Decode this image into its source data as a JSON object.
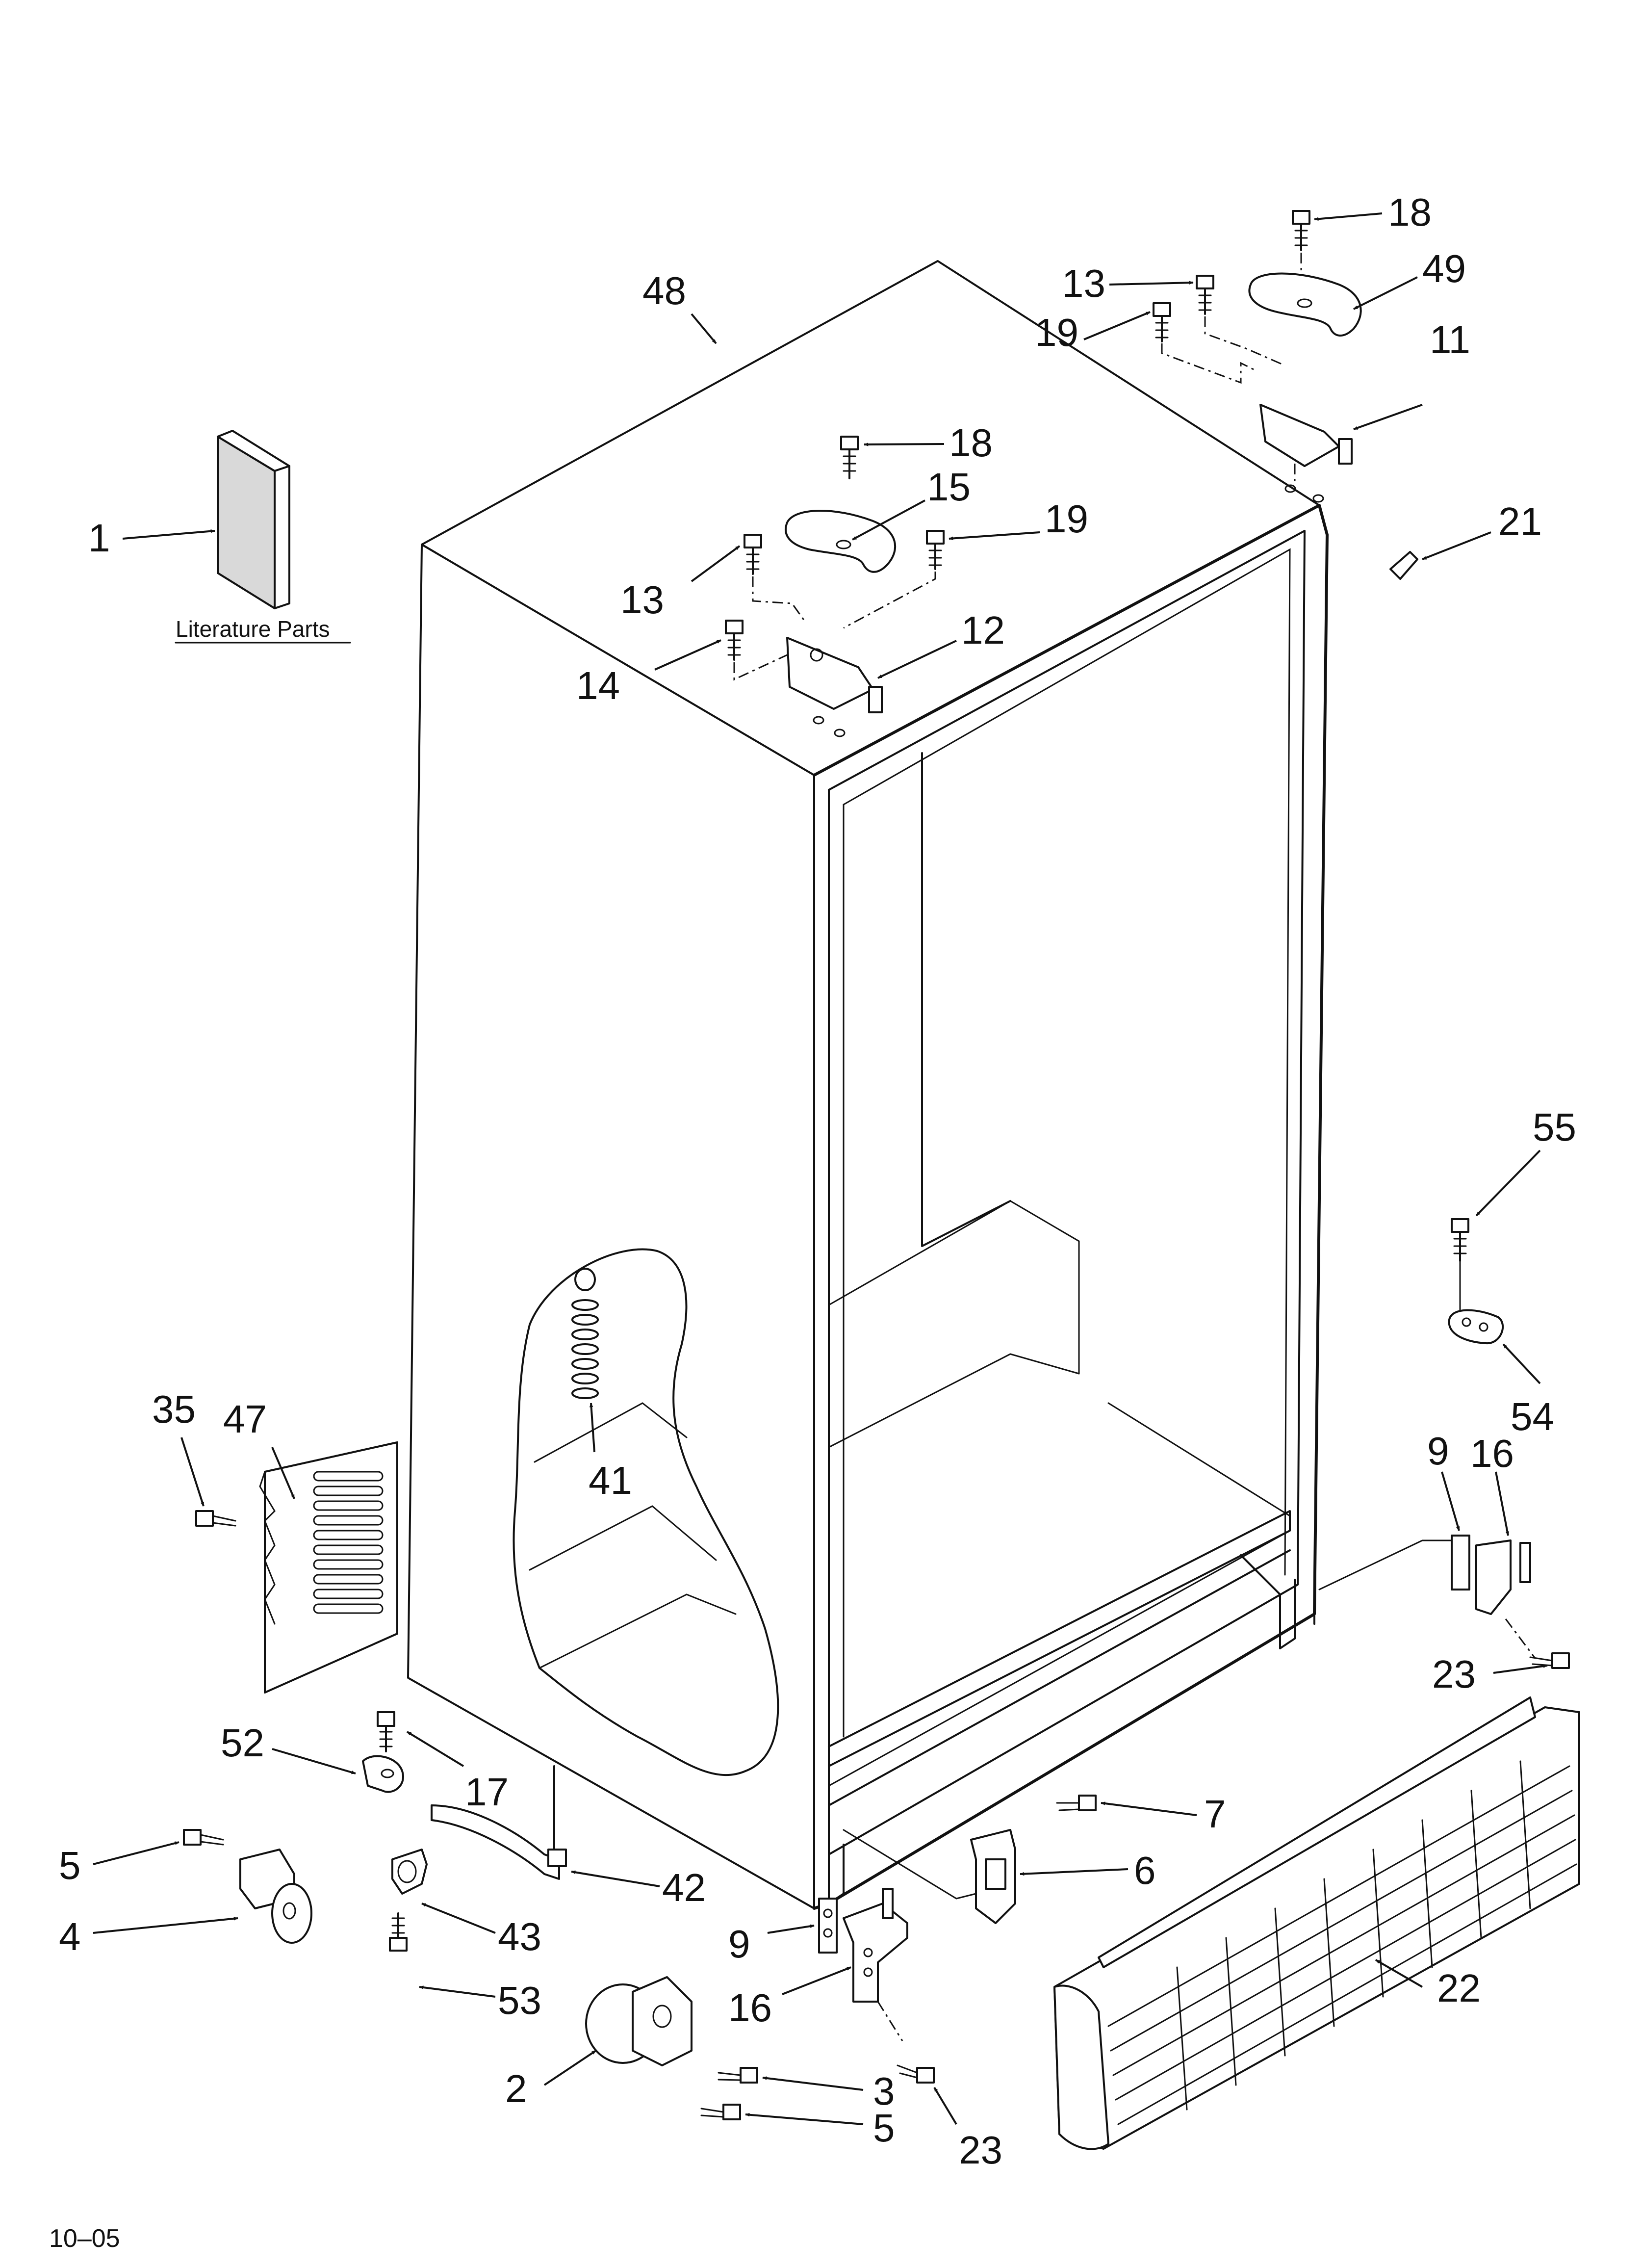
{
  "diagram": {
    "date_code": "10–05",
    "literature_label": "Literature Parts",
    "callouts": [
      {
        "id": "c1",
        "label": "1"
      },
      {
        "id": "c48",
        "label": "48"
      },
      {
        "id": "c18a",
        "label": "18"
      },
      {
        "id": "c18b",
        "label": "18"
      },
      {
        "id": "c49",
        "label": "49"
      },
      {
        "id": "c13a",
        "label": "13"
      },
      {
        "id": "c13b",
        "label": "13"
      },
      {
        "id": "c19a",
        "label": "19"
      },
      {
        "id": "c19b",
        "label": "19"
      },
      {
        "id": "c11",
        "label": "11"
      },
      {
        "id": "c21",
        "label": "21"
      },
      {
        "id": "c15",
        "label": "15"
      },
      {
        "id": "c12",
        "label": "12"
      },
      {
        "id": "c14",
        "label": "14"
      },
      {
        "id": "c55",
        "label": "55"
      },
      {
        "id": "c54",
        "label": "54"
      },
      {
        "id": "c9a",
        "label": "9"
      },
      {
        "id": "c9b",
        "label": "9"
      },
      {
        "id": "c16a",
        "label": "16"
      },
      {
        "id": "c16b",
        "label": "16"
      },
      {
        "id": "c23a",
        "label": "23"
      },
      {
        "id": "c23b",
        "label": "23"
      },
      {
        "id": "c35",
        "label": "35"
      },
      {
        "id": "c47",
        "label": "47"
      },
      {
        "id": "c41",
        "label": "41"
      },
      {
        "id": "c52",
        "label": "52"
      },
      {
        "id": "c17",
        "label": "17"
      },
      {
        "id": "c7",
        "label": "7"
      },
      {
        "id": "c6",
        "label": "6"
      },
      {
        "id": "c5a",
        "label": "5"
      },
      {
        "id": "c5b",
        "label": "5"
      },
      {
        "id": "c4",
        "label": "4"
      },
      {
        "id": "c42",
        "label": "42"
      },
      {
        "id": "c43",
        "label": "43"
      },
      {
        "id": "c53",
        "label": "53"
      },
      {
        "id": "c2",
        "label": "2"
      },
      {
        "id": "c3",
        "label": "3"
      },
      {
        "id": "c22",
        "label": "22"
      }
    ]
  }
}
